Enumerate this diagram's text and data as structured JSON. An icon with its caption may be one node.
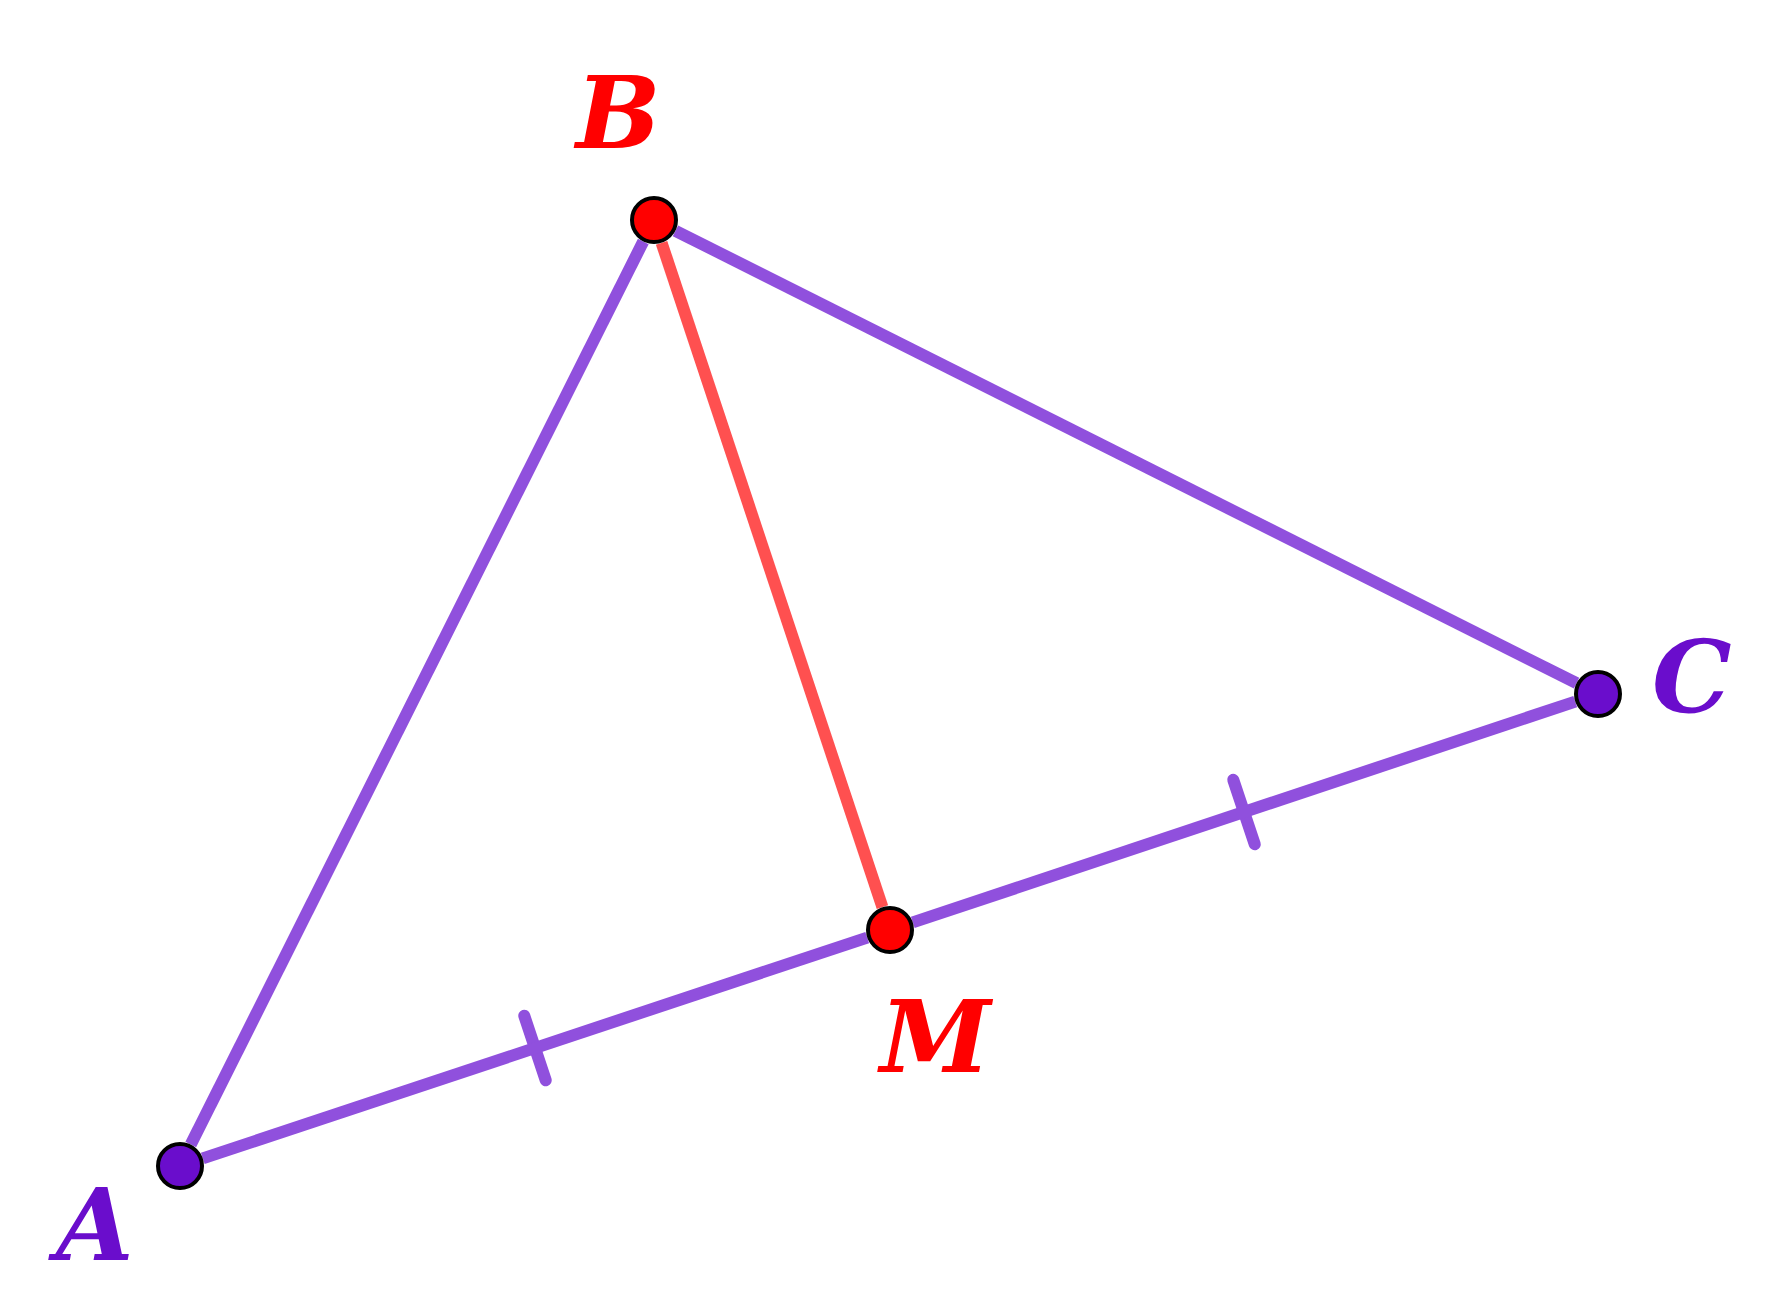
{
  "diagram": {
    "nodes": [
      {
        "text": [],
        "shape": "circle",
        "beside": [
          "B"
        ]
      },
      {
        "text": [],
        "shape": "circle",
        "beside": [
          "C"
        ]
      },
      {
        "text": [],
        "shape": "circle",
        "beside": [
          "M"
        ]
      },
      {
        "text": [],
        "shape": "circle",
        "beside": [
          "A"
        ]
      }
    ],
    "edges": [
      {
        "from": 0,
        "to": 3,
        "arrow": "none"
      },
      {
        "from": 0,
        "to": 1,
        "arrow": "none"
      },
      {
        "from": 0,
        "to": 2,
        "arrow": "none",
        "color": "#ff5050"
      },
      {
        "from": 3,
        "to": 2,
        "arrow": "none"
      },
      {
        "from": 2,
        "to": 1,
        "arrow": "none"
      }
    ]
  }
}
